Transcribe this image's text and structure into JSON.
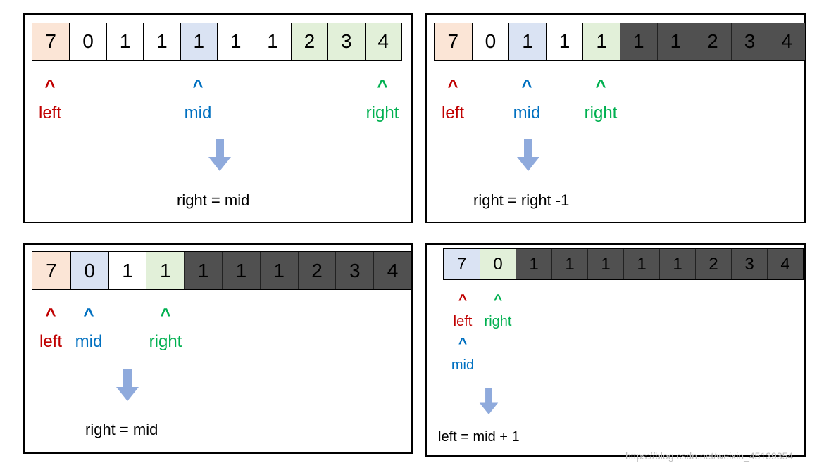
{
  "colors": {
    "left": "#c00000",
    "mid": "#0070c0",
    "right": "#00b050",
    "left_fill": "#fbe5d6",
    "mid_fill": "#dae3f3",
    "right_fill": "#e2f0d9",
    "excluded_fill": "#505050",
    "arrow": "#8faadc"
  },
  "caret_symbol": "^",
  "panels": [
    {
      "cells": [
        {
          "value": "7",
          "state": "left"
        },
        {
          "value": "0",
          "state": "normal"
        },
        {
          "value": "1",
          "state": "normal"
        },
        {
          "value": "1",
          "state": "normal"
        },
        {
          "value": "1",
          "state": "mid"
        },
        {
          "value": "1",
          "state": "normal"
        },
        {
          "value": "1",
          "state": "normal"
        },
        {
          "value": "2",
          "state": "right"
        },
        {
          "value": "3",
          "state": "right"
        },
        {
          "value": "4",
          "state": "right"
        }
      ],
      "pointers": [
        {
          "label": "left",
          "kind": "left",
          "cell": 0
        },
        {
          "label": "mid",
          "kind": "mid",
          "cell": 4
        },
        {
          "label": "right",
          "kind": "right",
          "cell": 9
        }
      ],
      "formula": "right = mid"
    },
    {
      "cells": [
        {
          "value": "7",
          "state": "left"
        },
        {
          "value": "0",
          "state": "normal"
        },
        {
          "value": "1",
          "state": "mid"
        },
        {
          "value": "1",
          "state": "normal"
        },
        {
          "value": "1",
          "state": "right"
        },
        {
          "value": "1",
          "state": "excluded"
        },
        {
          "value": "1",
          "state": "excluded"
        },
        {
          "value": "2",
          "state": "excluded"
        },
        {
          "value": "3",
          "state": "excluded"
        },
        {
          "value": "4",
          "state": "excluded"
        }
      ],
      "pointers": [
        {
          "label": "left",
          "kind": "left",
          "cell": 0
        },
        {
          "label": "mid",
          "kind": "mid",
          "cell": 2
        },
        {
          "label": "right",
          "kind": "right",
          "cell": 4
        }
      ],
      "formula": "right = right -1"
    },
    {
      "cells": [
        {
          "value": "7",
          "state": "left"
        },
        {
          "value": "0",
          "state": "mid"
        },
        {
          "value": "1",
          "state": "normal"
        },
        {
          "value": "1",
          "state": "right"
        },
        {
          "value": "1",
          "state": "excluded"
        },
        {
          "value": "1",
          "state": "excluded"
        },
        {
          "value": "1",
          "state": "excluded"
        },
        {
          "value": "2",
          "state": "excluded"
        },
        {
          "value": "3",
          "state": "excluded"
        },
        {
          "value": "4",
          "state": "excluded"
        }
      ],
      "pointers": [
        {
          "label": "left",
          "kind": "left",
          "cell": 0
        },
        {
          "label": "mid",
          "kind": "mid",
          "cell": 1
        },
        {
          "label": "right",
          "kind": "right",
          "cell": 3
        }
      ],
      "formula": "right = mid"
    },
    {
      "cells": [
        {
          "value": "7",
          "state": "mid"
        },
        {
          "value": "0",
          "state": "right"
        },
        {
          "value": "1",
          "state": "excluded"
        },
        {
          "value": "1",
          "state": "excluded"
        },
        {
          "value": "1",
          "state": "excluded"
        },
        {
          "value": "1",
          "state": "excluded"
        },
        {
          "value": "1",
          "state": "excluded"
        },
        {
          "value": "2",
          "state": "excluded"
        },
        {
          "value": "3",
          "state": "excluded"
        },
        {
          "value": "4",
          "state": "excluded"
        }
      ],
      "pointers": [
        {
          "label": "left",
          "kind": "left",
          "cell": 0
        },
        {
          "label": "right",
          "kind": "right",
          "cell": 1
        },
        {
          "label": "mid",
          "kind": "mid",
          "cell": 0
        }
      ],
      "formula": "left = mid + 1"
    }
  ],
  "watermark": "https://blog.csdn.net/weixin_45139354"
}
